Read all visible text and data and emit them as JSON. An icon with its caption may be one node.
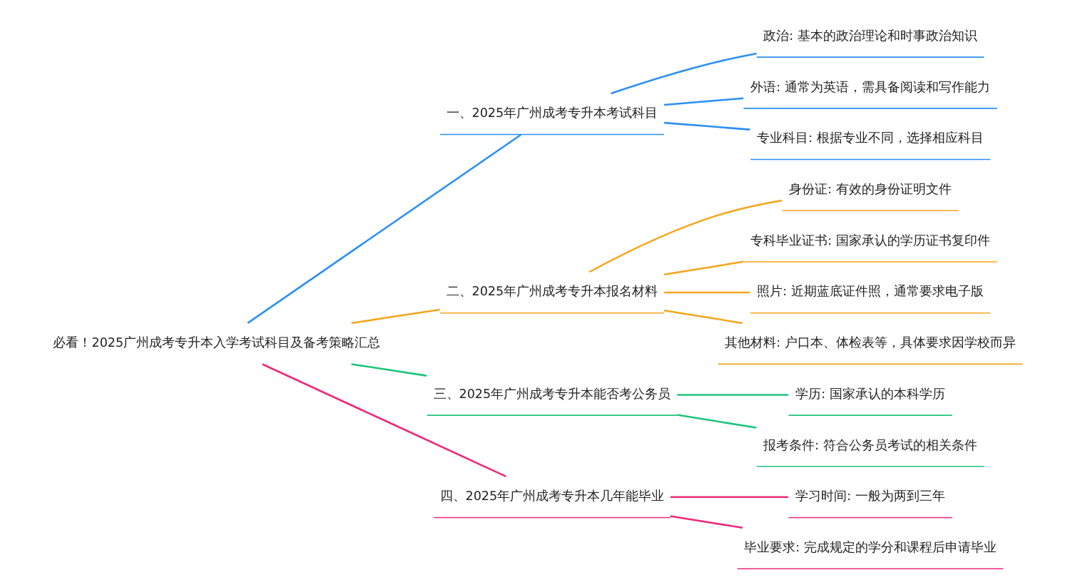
{
  "diagram": {
    "nodes": [
      {
        "text": [
          "必看！2025广州成考专升本入学考试科目及备考策略汇总"
        ]
      },
      {
        "text": [
          "一、2025年广州成考专升本考试科目"
        ]
      },
      {
        "text": [
          "政治: 基本的政治理论和时事政治知识"
        ]
      },
      {
        "text": [
          "外语: 通常为英语，需具备阅读和写作能力"
        ]
      },
      {
        "text": [
          "专业科目: 根据专业不同，选择相应科目"
        ]
      },
      {
        "text": [
          "二、2025年广州成考专升本报名材料"
        ]
      },
      {
        "text": [
          "身份证: 有效的身份证明文件"
        ]
      },
      {
        "text": [
          "专科毕业证书: 国家承认的学历证书复印件"
        ]
      },
      {
        "text": [
          "照片: 近期蓝底证件照，通常要求电子版"
        ]
      },
      {
        "text": [
          "其他材料: 户口本、体检表等，具体要求因学校而异"
        ]
      },
      {
        "text": [
          "三、2025年广州成考专升本能否考公务员"
        ]
      },
      {
        "text": [
          "学历: 国家承认的本科学历"
        ]
      },
      {
        "text": [
          "报考条件: 符合公务员考试的相关条件"
        ]
      },
      {
        "text": [
          "四、2025年广州成考专升本几年能毕业"
        ]
      },
      {
        "text": [
          "学习时间: 一般为两到三年"
        ]
      },
      {
        "text": [
          "毕业要求: 完成规定的学分和课程后申请毕业"
        ]
      }
    ],
    "edges": [
      {
        "from": 0,
        "to": 1,
        "arrow": "none",
        "color": "#2b8ff5"
      },
      {
        "from": 1,
        "to": 2,
        "arrow": "none",
        "color": "#2b8ff5"
      },
      {
        "from": 1,
        "to": 3,
        "arrow": "none",
        "color": "#2b8ff5"
      },
      {
        "from": 1,
        "to": 4,
        "arrow": "none",
        "color": "#2b8ff5"
      },
      {
        "from": 0,
        "to": 5,
        "arrow": "none",
        "color": "#f5a51c"
      },
      {
        "from": 5,
        "to": 6,
        "arrow": "none",
        "color": "#f5a51c"
      },
      {
        "from": 5,
        "to": 7,
        "arrow": "none",
        "color": "#f5a51c"
      },
      {
        "from": 5,
        "to": 8,
        "arrow": "none",
        "color": "#f5a51c"
      },
      {
        "from": 5,
        "to": 9,
        "arrow": "none",
        "color": "#f5a51c"
      },
      {
        "from": 0,
        "to": 10,
        "arrow": "none",
        "color": "#1fc47a"
      },
      {
        "from": 10,
        "to": 11,
        "arrow": "none",
        "color": "#1fc47a"
      },
      {
        "from": 10,
        "to": 12,
        "arrow": "none",
        "color": "#1fc47a"
      },
      {
        "from": 0,
        "to": 13,
        "arrow": "none",
        "color": "#f0287a"
      },
      {
        "from": 13,
        "to": 14,
        "arrow": "none",
        "color": "#f0287a"
      },
      {
        "from": 13,
        "to": 15,
        "arrow": "none",
        "color": "#f0287a"
      }
    ]
  }
}
